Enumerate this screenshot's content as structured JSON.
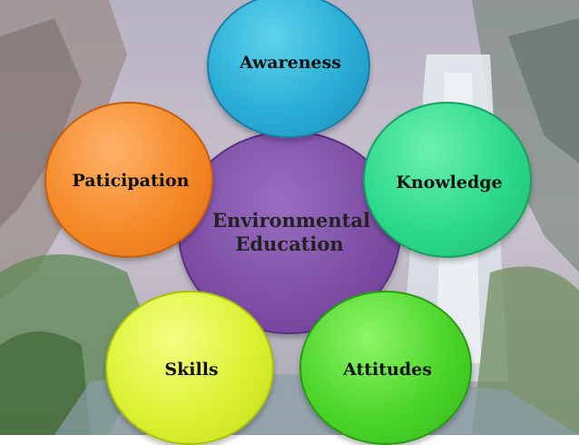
{
  "diagram": {
    "center": {
      "label_line1": "Environmental",
      "label_line2": "Education"
    },
    "nodes": {
      "awareness": "Awareness",
      "knowledge": "Knowledge",
      "participation": "Paticipation",
      "skills": "Skills",
      "attitudes": "Attitudes"
    }
  },
  "colors": {
    "center": "#7f4fa8",
    "awareness": "#2aaed6",
    "knowledge": "#2cd98c",
    "participation": "#f58a28",
    "skills": "#dbf233",
    "attitudes": "#4cd52a"
  }
}
